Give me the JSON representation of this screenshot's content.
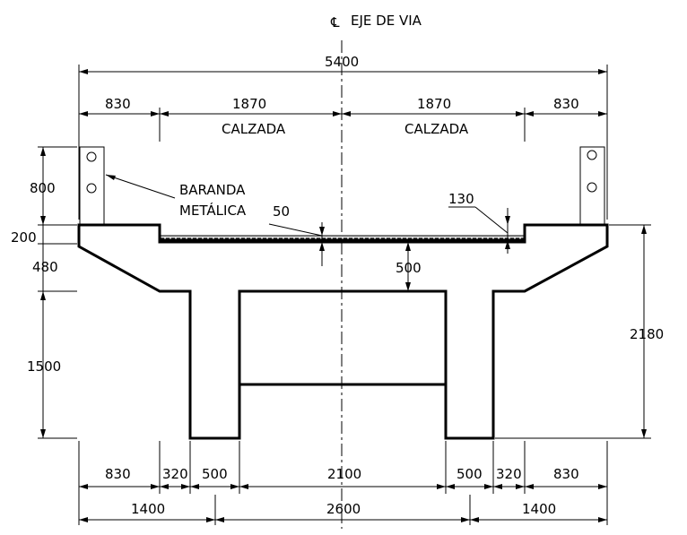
{
  "title": {
    "symbol": "℄",
    "label": "EJE DE VIA"
  },
  "dimensions": {
    "total_width": "5400",
    "top_left_overhang": "830",
    "calzada_left": "1870",
    "calzada_right": "1870",
    "top_right_overhang": "830",
    "calzada_label_left": "CALZADA",
    "calzada_label_right": "CALZADA",
    "railing_height": "800",
    "slab_edge": "200",
    "haunch": "480",
    "web_depth": "1500",
    "total_height": "2180",
    "pavement": "50",
    "top_offset": "130",
    "bottom_slab": "500",
    "bottom_row": [
      "830",
      "320",
      "500",
      "2100",
      "500",
      "320",
      "830"
    ],
    "last_row": [
      "1400",
      "2600",
      "1400"
    ]
  },
  "labels": {
    "railing_line1": "BARANDA",
    "railing_line2": "METÁLICA"
  }
}
